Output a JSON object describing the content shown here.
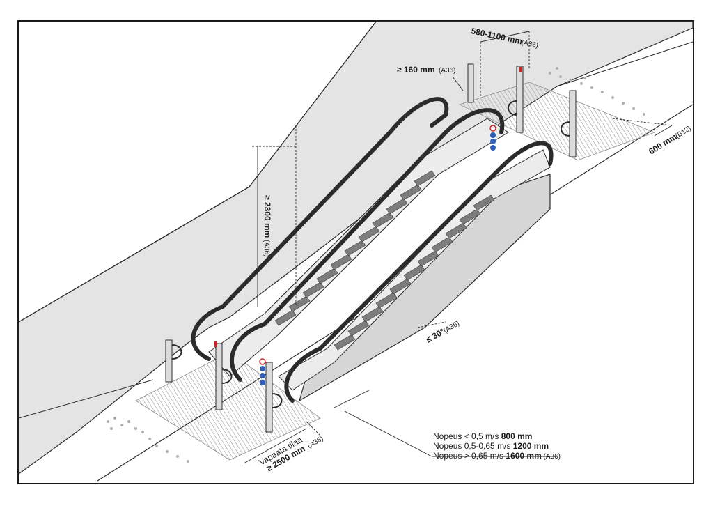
{
  "diagram": {
    "colors": {
      "frame": "#1a1a1a",
      "wall": "#e4e4e4",
      "floor_hatch": "#c8c8c8",
      "handrail": "#2b2b2b",
      "step": "#7d7d7d",
      "step_light": "#bdbdbd",
      "panel": "#d6d6d6",
      "sign_blue": "#2f5fb8",
      "sign_red": "#c62828"
    },
    "labels": {
      "gap_value": "580-1100 mm",
      "gap_ref": "(A36)",
      "rail_value": "≥ 160 mm",
      "rail_ref": "(A36)",
      "height_value": "≥ 2300 mm",
      "height_ref": "(A36)",
      "tactile_value": "600 mm",
      "tactile_ref": "(B12)",
      "angle_value": "≤ 30°",
      "angle_ref": "(A36)",
      "free_space_title": "Vapaata tilaa",
      "free_space_value": "≥ 2500 mm",
      "free_space_ref": "(A36)"
    },
    "speed_table": [
      {
        "text": "Nopeus < 0,5 m/s ",
        "value": "800 mm",
        "ref": ""
      },
      {
        "text": "Nopeus 0,5-0,65 m/s ",
        "value": "1200 mm",
        "ref": ""
      },
      {
        "text": "Nopeus > 0,65 m/s ",
        "value": "1600 mm",
        "ref": " (A36)"
      }
    ]
  }
}
